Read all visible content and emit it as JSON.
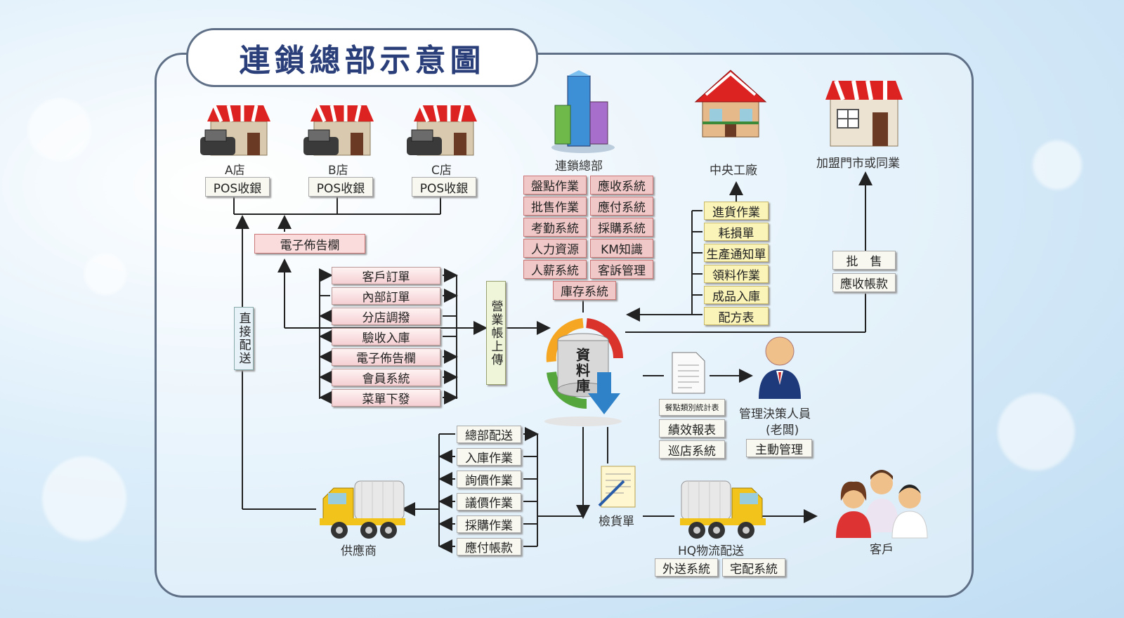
{
  "title": "連鎖總部示意圖",
  "stores": [
    {
      "name": "A店",
      "pos": "POS收銀"
    },
    {
      "name": "B店",
      "pos": "POS收銀"
    },
    {
      "name": "C店",
      "pos": "POS收銀"
    }
  ],
  "bulletin": "電子佈告欄",
  "direct_delivery": "直接配送",
  "store_functions": [
    "客戶訂單",
    "內部訂單",
    "分店調撥",
    "驗收入庫",
    "電子佈告欄",
    "會員系統",
    "菜單下發"
  ],
  "upload": "營業帳上傳",
  "hq": {
    "label": "連鎖總部",
    "left_systems": [
      "盤點作業",
      "批售作業",
      "考勤系統",
      "人力資源",
      "人薪系統"
    ],
    "right_systems": [
      "應收系統",
      "應付系統",
      "採購系統",
      "KM知識",
      "客訴管理"
    ],
    "inventory": "庫存系統"
  },
  "database": "資料庫",
  "factory": {
    "label": "中央工廠",
    "functions": [
      "進貨作業",
      "耗損單",
      "生產通知單",
      "領料作業",
      "成品入庫",
      "配方表"
    ]
  },
  "franchise": {
    "label": "加盟門市或同業",
    "wholesale": "批　售",
    "receivable": "應收帳款"
  },
  "reports": [
    "餐點類別統計表",
    "績效報表",
    "巡店系統"
  ],
  "manager": {
    "label_line1": "管理決策人員",
    "label_line2": "(老闆)",
    "action": "主動管理"
  },
  "supplier_functions": [
    "總部配送",
    "入庫作業",
    "詢價作業",
    "議價作業",
    "採購作業",
    "應付帳款"
  ],
  "supplier": "供應商",
  "inspection": "檢貨單",
  "logistics": {
    "label": "HQ物流配送",
    "systems": [
      "外送系統",
      "宅配系統"
    ]
  },
  "customer": "客戶"
}
